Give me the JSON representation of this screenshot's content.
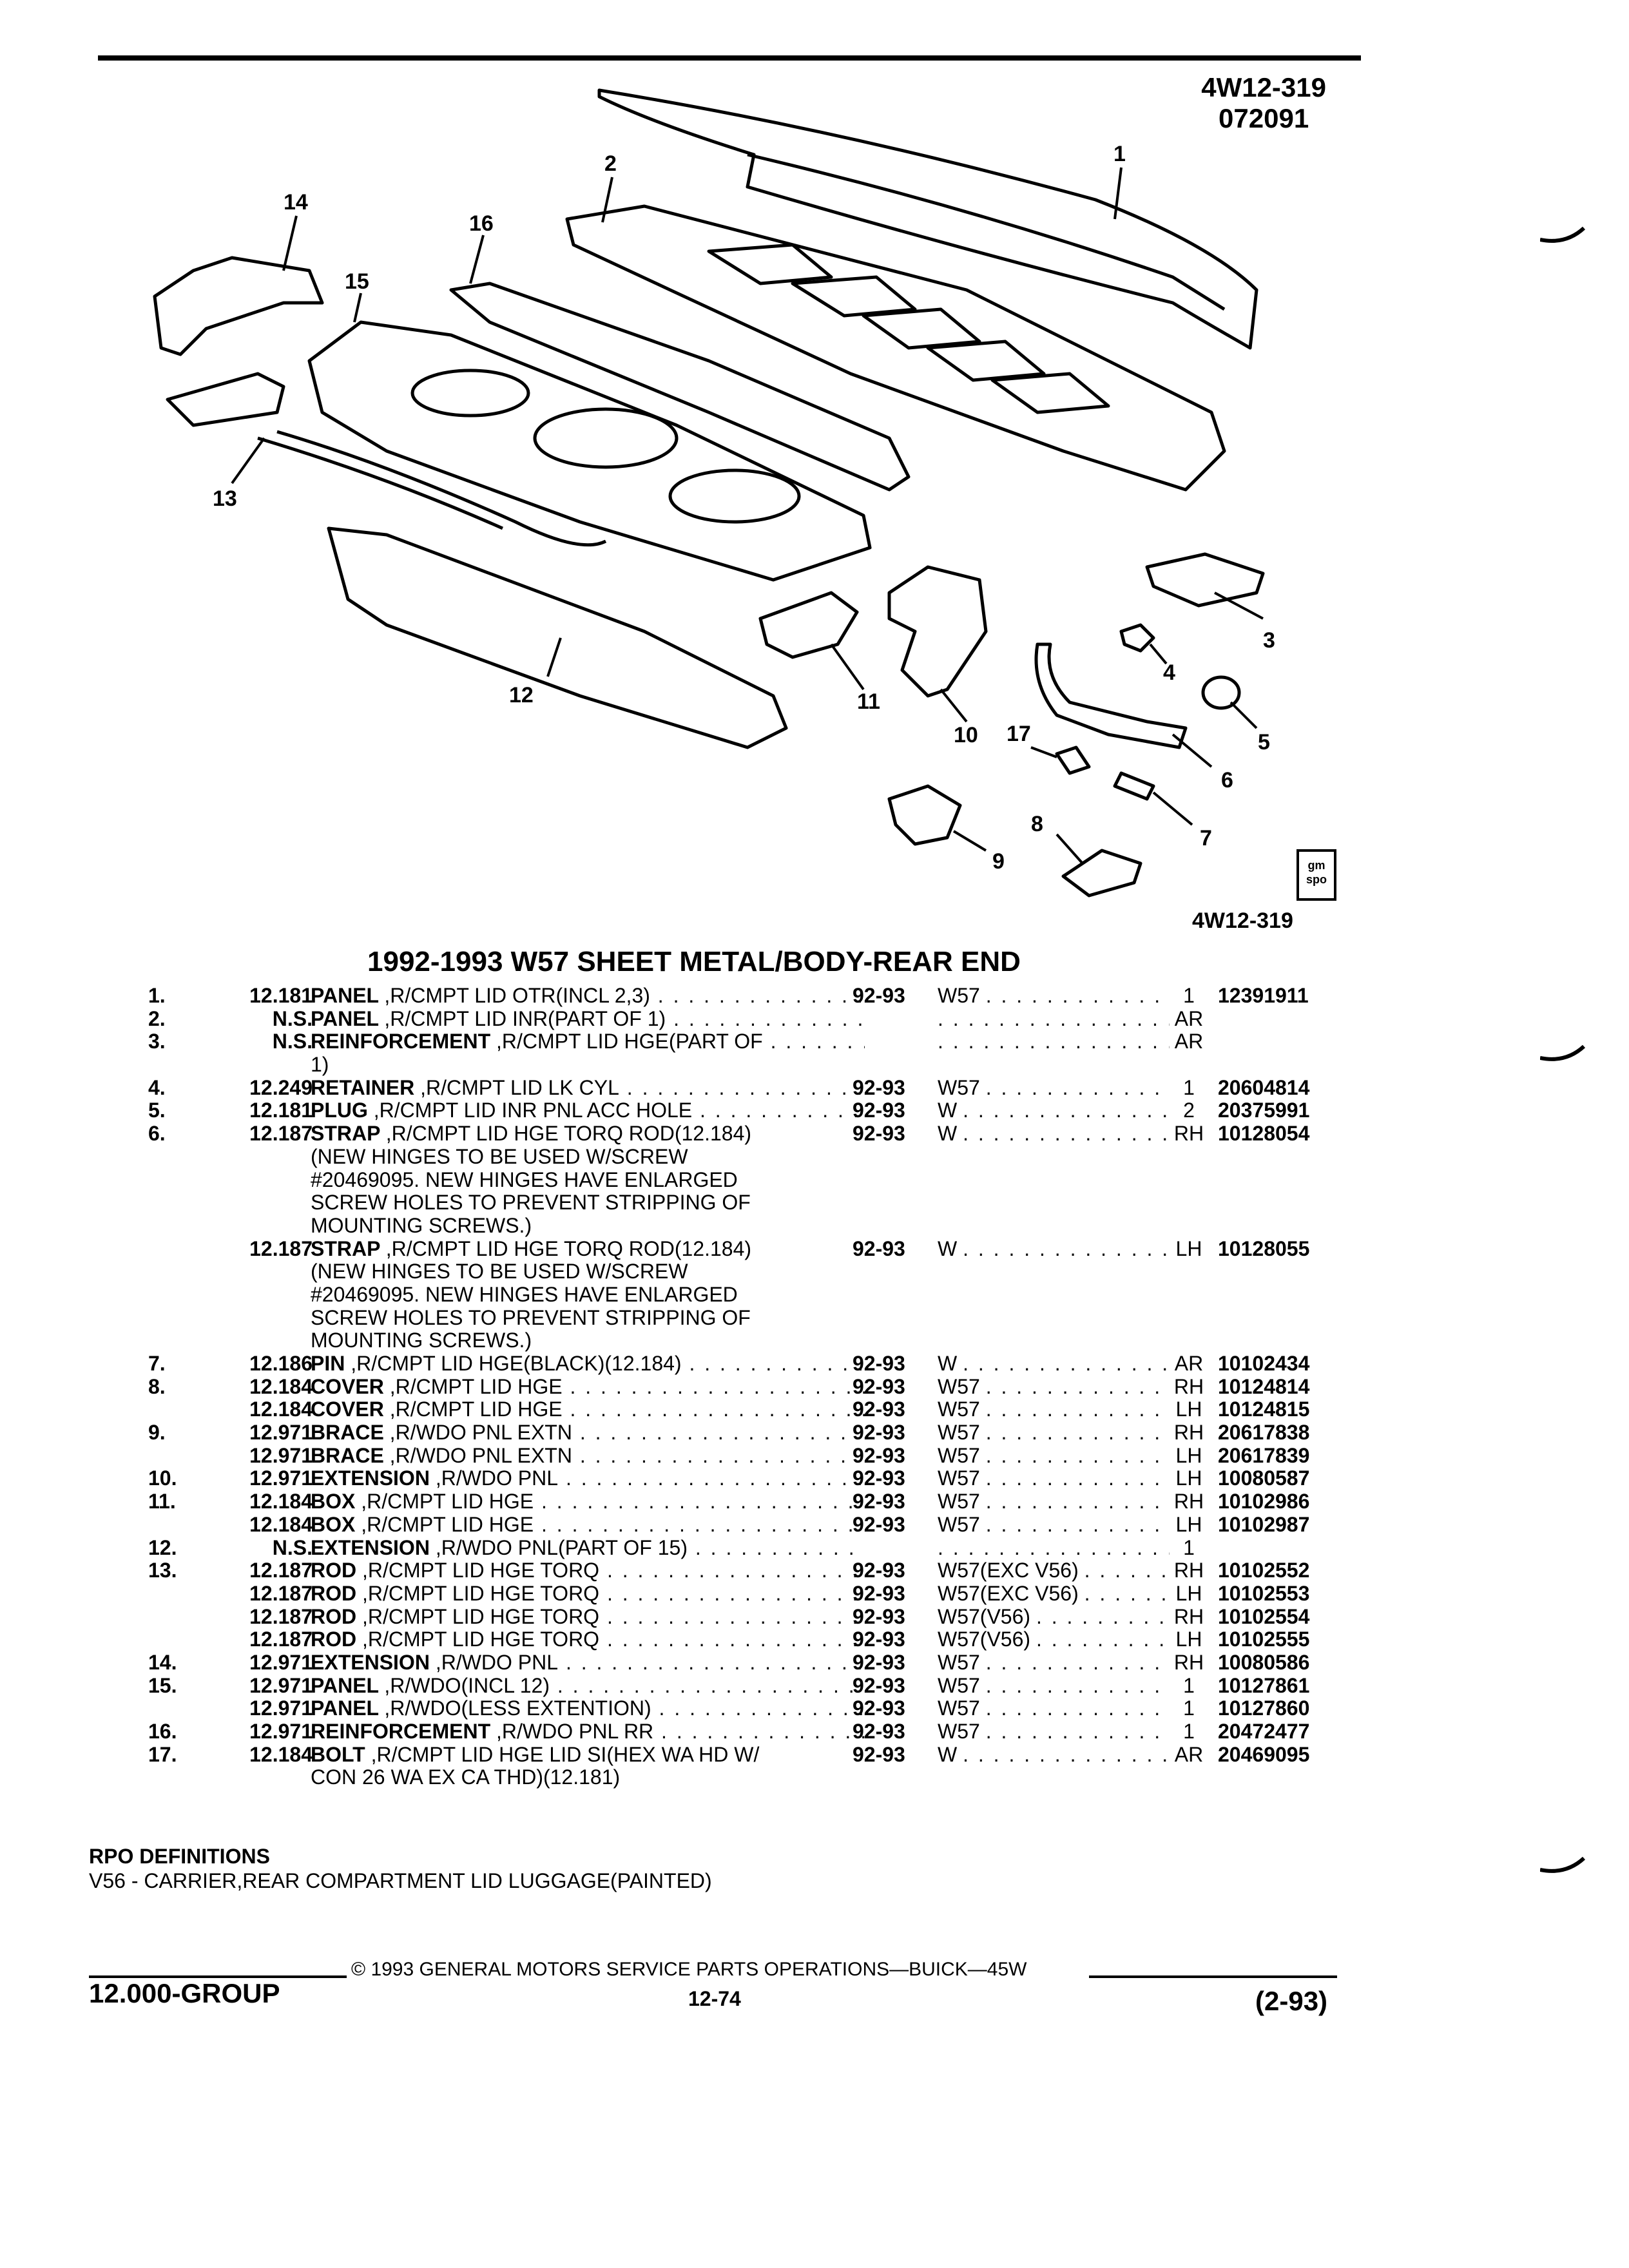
{
  "figure": {
    "id_top": "4W12-319",
    "date": "072091",
    "id_bottom": "4W12-319",
    "logo_text": "gm spo",
    "callouts": [
      "1",
      "2",
      "3",
      "4",
      "5",
      "6",
      "7",
      "8",
      "9",
      "10",
      "11",
      "12",
      "13",
      "14",
      "15",
      "16",
      "17"
    ]
  },
  "title": "1992-1993 W57 SHEET METAL/BODY-REAR END",
  "rows": [
    {
      "idx": "1.",
      "sec": "12.181",
      "name": "PANEL",
      "rest": ",R/CMPT LID OTR(INCL 2,3)",
      "yr": "92-93",
      "opt": "W57",
      "qty": "1",
      "pn": "12391911"
    },
    {
      "idx": "2.",
      "sec": "N.S.",
      "name": "PANEL",
      "rest": ",R/CMPT LID INR(PART OF 1)",
      "yr": "",
      "opt": "",
      "qty": "AR",
      "pn": ""
    },
    {
      "idx": "3.",
      "sec": "N.S.",
      "name": "REINFORCEMENT",
      "rest": ",R/CMPT LID HGE(PART OF",
      "yr": "",
      "opt": "",
      "qty": "AR",
      "pn": ""
    },
    {
      "idx": "",
      "sec": "",
      "name": "",
      "rest": "1)",
      "yr": "",
      "opt": "",
      "qty": "",
      "pn": "",
      "nodots": true
    },
    {
      "idx": "4.",
      "sec": "12.249",
      "name": "RETAINER",
      "rest": ",R/CMPT LID LK CYL",
      "yr": "92-93",
      "opt": "W57",
      "qty": "1",
      "pn": "20604814"
    },
    {
      "idx": "5.",
      "sec": "12.181",
      "name": "PLUG",
      "rest": ",R/CMPT LID INR PNL ACC HOLE",
      "yr": "92-93",
      "opt": "W",
      "qty": "2",
      "pn": "20375991"
    },
    {
      "idx": "6.",
      "sec": "12.187",
      "name": "STRAP",
      "rest": ",R/CMPT LID HGE TORQ ROD(12.184)",
      "yr": "92-93",
      "opt": "W",
      "qty": "RH",
      "pn": "10128054",
      "nodots": true
    },
    {
      "idx": "",
      "sec": "",
      "name": "",
      "rest": "(NEW HINGES TO BE USED W/SCREW",
      "yr": "",
      "opt": "",
      "qty": "",
      "pn": "",
      "nodots": true
    },
    {
      "idx": "",
      "sec": "",
      "name": "",
      "rest": "#20469095. NEW HINGES HAVE ENLARGED",
      "yr": "",
      "opt": "",
      "qty": "",
      "pn": "",
      "nodots": true
    },
    {
      "idx": "",
      "sec": "",
      "name": "",
      "rest": "SCREW HOLES TO PREVENT STRIPPING OF",
      "yr": "",
      "opt": "",
      "qty": "",
      "pn": "",
      "nodots": true
    },
    {
      "idx": "",
      "sec": "",
      "name": "",
      "rest": "MOUNTING SCREWS.)",
      "yr": "",
      "opt": "",
      "qty": "",
      "pn": "",
      "nodots": true
    },
    {
      "idx": "",
      "sec": "12.187",
      "name": "STRAP",
      "rest": ",R/CMPT LID HGE TORQ ROD(12.184)",
      "yr": "92-93",
      "opt": "W",
      "qty": "LH",
      "pn": "10128055",
      "nodots": true
    },
    {
      "idx": "",
      "sec": "",
      "name": "",
      "rest": "(NEW HINGES TO BE USED W/SCREW",
      "yr": "",
      "opt": "",
      "qty": "",
      "pn": "",
      "nodots": true
    },
    {
      "idx": "",
      "sec": "",
      "name": "",
      "rest": "#20469095. NEW HINGES HAVE ENLARGED",
      "yr": "",
      "opt": "",
      "qty": "",
      "pn": "",
      "nodots": true
    },
    {
      "idx": "",
      "sec": "",
      "name": "",
      "rest": "SCREW HOLES TO PREVENT STRIPPING OF",
      "yr": "",
      "opt": "",
      "qty": "",
      "pn": "",
      "nodots": true
    },
    {
      "idx": "",
      "sec": "",
      "name": "",
      "rest": "MOUNTING SCREWS.)",
      "yr": "",
      "opt": "",
      "qty": "",
      "pn": "",
      "nodots": true
    },
    {
      "idx": "7.",
      "sec": "12.186",
      "name": "PIN",
      "rest": ",R/CMPT LID HGE(BLACK)(12.184)",
      "yr": "92-93",
      "opt": "W",
      "qty": "AR",
      "pn": "10102434"
    },
    {
      "idx": "8.",
      "sec": "12.184",
      "name": "COVER",
      "rest": ",R/CMPT LID HGE",
      "yr": "92-93",
      "opt": "W57",
      "qty": "RH",
      "pn": "10124814"
    },
    {
      "idx": "",
      "sec": "12.184",
      "name": "COVER",
      "rest": ",R/CMPT LID HGE",
      "yr": "92-93",
      "opt": "W57",
      "qty": "LH",
      "pn": "10124815"
    },
    {
      "idx": "9.",
      "sec": "12.971",
      "name": "BRACE",
      "rest": ",R/WDO PNL EXTN",
      "yr": "92-93",
      "opt": "W57",
      "qty": "RH",
      "pn": "20617838"
    },
    {
      "idx": "",
      "sec": "12.971",
      "name": "BRACE",
      "rest": ",R/WDO PNL EXTN",
      "yr": "92-93",
      "opt": "W57",
      "qty": "LH",
      "pn": "20617839"
    },
    {
      "idx": "10.",
      "sec": "12.971",
      "name": "EXTENSION",
      "rest": ",R/WDO PNL",
      "yr": "92-93",
      "opt": "W57",
      "qty": "LH",
      "pn": "10080587"
    },
    {
      "idx": "11.",
      "sec": "12.184",
      "name": "BOX",
      "rest": ",R/CMPT LID HGE",
      "yr": "92-93",
      "opt": "W57",
      "qty": "RH",
      "pn": "10102986"
    },
    {
      "idx": "",
      "sec": "12.184",
      "name": "BOX",
      "rest": ",R/CMPT LID HGE",
      "yr": "92-93",
      "opt": "W57",
      "qty": "LH",
      "pn": "10102987"
    },
    {
      "idx": "12.",
      "sec": "N.S.",
      "name": "EXTENSION",
      "rest": ",R/WDO PNL(PART OF 15)",
      "yr": "",
      "opt": "",
      "qty": "1",
      "pn": ""
    },
    {
      "idx": "13.",
      "sec": "12.187",
      "name": "ROD",
      "rest": ",R/CMPT LID HGE TORQ",
      "yr": "92-93",
      "opt": "W57(EXC V56)",
      "qty": "RH",
      "pn": "10102552"
    },
    {
      "idx": "",
      "sec": "12.187",
      "name": "ROD",
      "rest": ",R/CMPT LID HGE TORQ",
      "yr": "92-93",
      "opt": "W57(EXC V56)",
      "qty": "LH",
      "pn": "10102553"
    },
    {
      "idx": "",
      "sec": "12.187",
      "name": "ROD",
      "rest": ",R/CMPT LID HGE TORQ",
      "yr": "92-93",
      "opt": "W57(V56)",
      "qty": "RH",
      "pn": "10102554"
    },
    {
      "idx": "",
      "sec": "12.187",
      "name": "ROD",
      "rest": ",R/CMPT LID HGE TORQ",
      "yr": "92-93",
      "opt": "W57(V56)",
      "qty": "LH",
      "pn": "10102555"
    },
    {
      "idx": "14.",
      "sec": "12.971",
      "name": "EXTENSION",
      "rest": ",R/WDO PNL",
      "yr": "92-93",
      "opt": "W57",
      "qty": "RH",
      "pn": "10080586"
    },
    {
      "idx": "15.",
      "sec": "12.971",
      "name": "PANEL",
      "rest": ",R/WDO(INCL 12)",
      "yr": "92-93",
      "opt": "W57",
      "qty": "1",
      "pn": "10127861"
    },
    {
      "idx": "",
      "sec": "12.971",
      "name": "PANEL",
      "rest": ",R/WDO(LESS EXTENTION)",
      "yr": "92-93",
      "opt": "W57",
      "qty": "1",
      "pn": "10127860"
    },
    {
      "idx": "16.",
      "sec": "12.971",
      "name": "REINFORCEMENT",
      "rest": ",R/WDO PNL RR",
      "yr": "92-93",
      "opt": "W57",
      "qty": "1",
      "pn": "20472477"
    },
    {
      "idx": "17.",
      "sec": "12.184",
      "name": "BOLT",
      "rest": ",R/CMPT LID HGE LID SI(HEX WA HD W/",
      "yr": "92-93",
      "opt": "W",
      "qty": "AR",
      "pn": "20469095",
      "nodots": true
    },
    {
      "idx": "",
      "sec": "",
      "name": "",
      "rest": "CON 26 WA EX CA THD)(12.181)",
      "yr": "",
      "opt": "",
      "qty": "",
      "pn": "",
      "nodots": true
    }
  ],
  "rpo": {
    "heading": "RPO DEFINITIONS",
    "line": "V56 - CARRIER,REAR COMPARTMENT LID LUGGAGE(PAINTED)"
  },
  "footer": {
    "copyright": "© 1993 GENERAL MOTORS SERVICE PARTS OPERATIONS—BUICK—45W",
    "group": "12.000-GROUP",
    "page": "12-74",
    "revision": "(2-93)"
  }
}
